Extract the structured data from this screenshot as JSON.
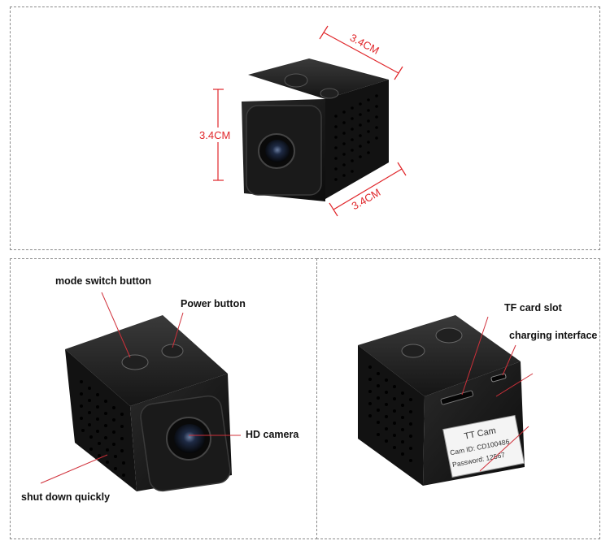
{
  "dimensions": {
    "top_width": "3.4CM",
    "height": "3.4CM",
    "depth": "3.4CM"
  },
  "labels": {
    "mode_switch": "mode switch button",
    "power": "Power button",
    "hd_camera": "HD camera",
    "shut_down": "shut down quickly",
    "tf_card": "TF card slot",
    "charging": "charging interface"
  },
  "sticker": {
    "brand": "TT Cam",
    "cam_id": "Cam ID: CD100486",
    "password": "Password: 12567"
  },
  "colors": {
    "dimension_red": "#e0262a",
    "pointer_red": "#d0303a",
    "camera_body": "#141414",
    "panel_border": "#8a8a8a"
  }
}
